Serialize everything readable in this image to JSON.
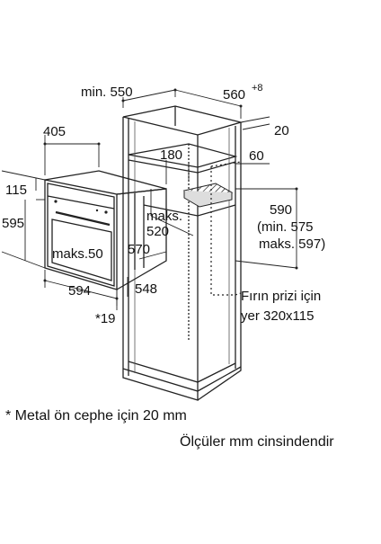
{
  "diagram": {
    "labels": {
      "min550": "min. 550",
      "w560": "560",
      "w560_sup": "+8",
      "d20": "20",
      "d405": "405",
      "d180": "180",
      "d60": "60",
      "d115": "115",
      "d595": "595",
      "maks520_a": "maks.",
      "maks520_b": "520",
      "d590": "590",
      "min575": "(min. 575",
      "maks597": "maks. 597)",
      "maks50": "maks.50",
      "d570": "570",
      "d594": "594",
      "d548": "548",
      "star19": "*19",
      "socket_line1": "Fırın prizi için",
      "socket_line2": "yer 320x115"
    },
    "notes": {
      "metal": "* Metal ön cephe için 20 mm",
      "units": "Ölçüler mm cinsindendir"
    }
  }
}
